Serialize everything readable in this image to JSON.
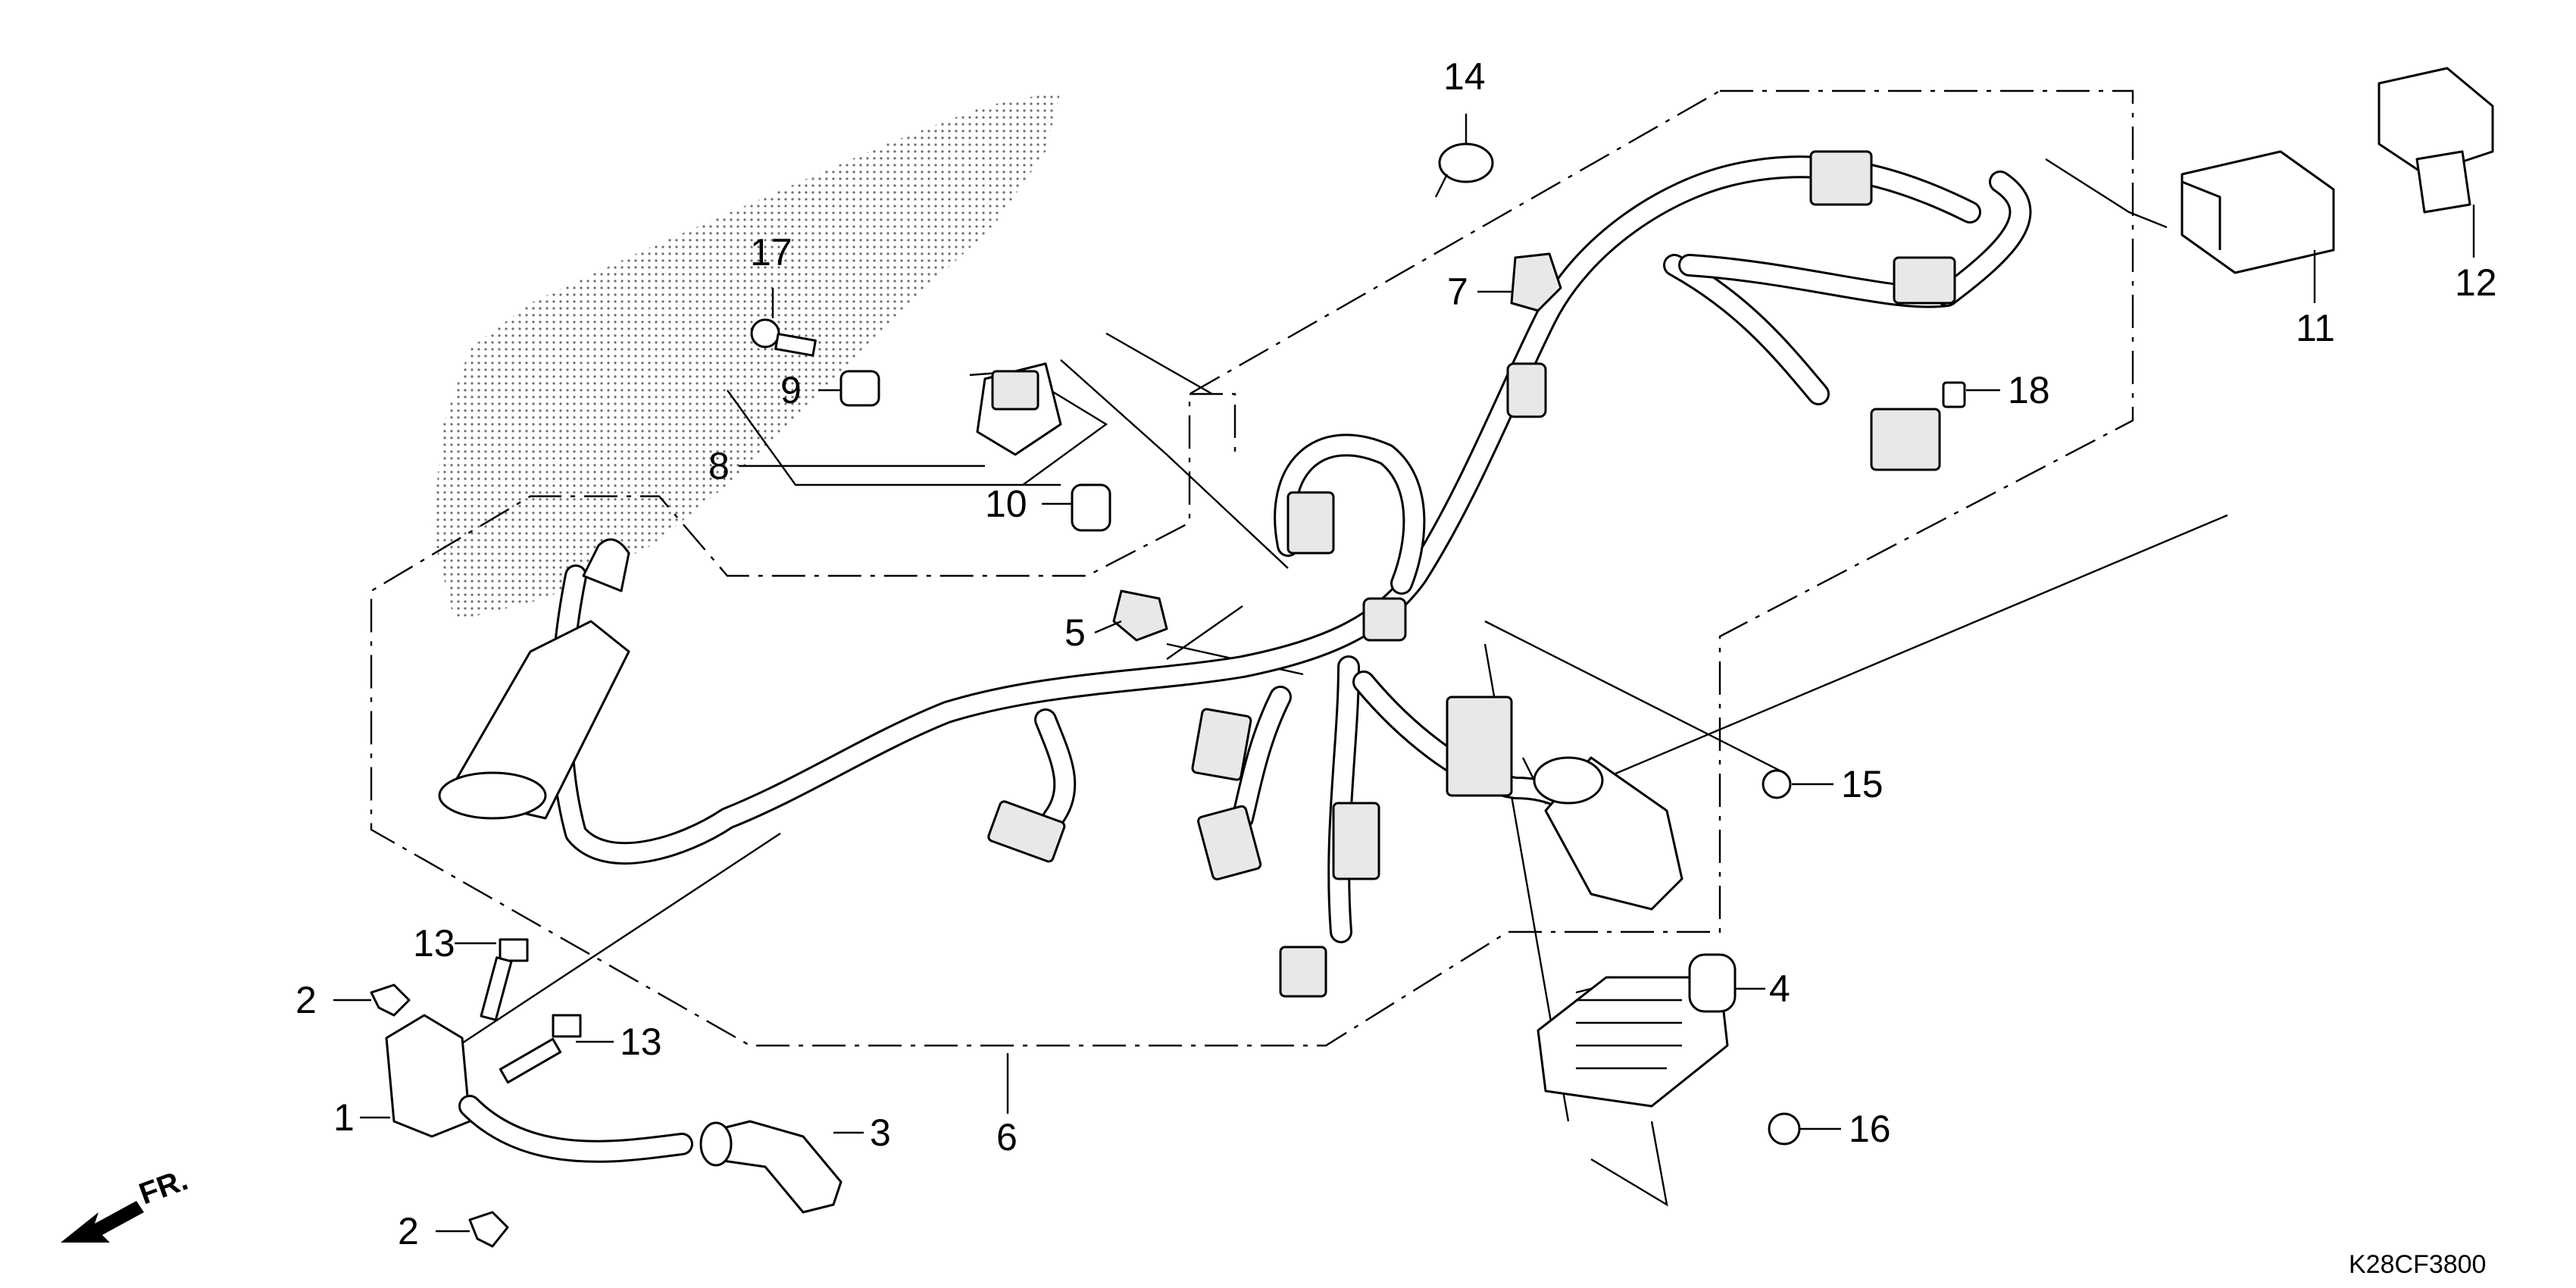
{
  "diagram": {
    "code": "K28CF3800",
    "direction_label": "FR.",
    "callouts": [
      "1",
      "2",
      "2",
      "3",
      "4",
      "5",
      "6",
      "7",
      "8",
      "9",
      "10",
      "11",
      "12",
      "13",
      "13",
      "14",
      "15",
      "16",
      "17",
      "18"
    ]
  }
}
